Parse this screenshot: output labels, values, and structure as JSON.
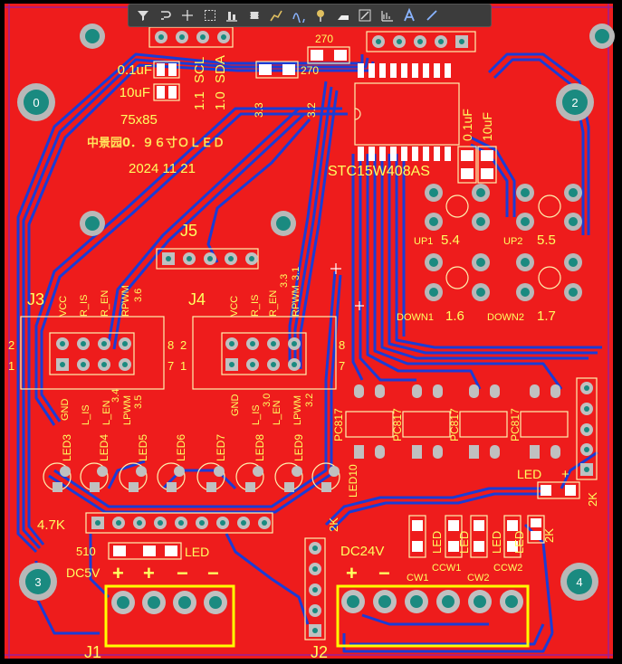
{
  "toolbar": {
    "tools": [
      {
        "id": "filter",
        "icon": "filter-icon"
      },
      {
        "id": "route",
        "icon": "route-icon"
      },
      {
        "id": "place",
        "icon": "crosshair-icon"
      },
      {
        "id": "select-rect",
        "icon": "select-rect-icon"
      },
      {
        "id": "align",
        "icon": "align-icon"
      },
      {
        "id": "component",
        "icon": "component-icon"
      },
      {
        "id": "interactive-route",
        "icon": "interactive-route-icon"
      },
      {
        "id": "diff-pair",
        "icon": "diff-pair-icon"
      },
      {
        "id": "via",
        "icon": "via-icon"
      },
      {
        "id": "polygon",
        "icon": "polygon-icon"
      },
      {
        "id": "dimension",
        "icon": "dimension-icon"
      },
      {
        "id": "graph",
        "icon": "graph-icon"
      },
      {
        "id": "text",
        "icon": "text-icon"
      },
      {
        "id": "line",
        "icon": "line-icon"
      }
    ]
  },
  "board": {
    "mounting_holes": [
      "0",
      "2",
      "3",
      "4"
    ],
    "labels": {
      "cap1": "0.1uF",
      "cap2": "10uF",
      "size": "75x85",
      "brand": "中景园0．９６寸ＯＬＥＤ",
      "date": "2024 11 21",
      "scl": "SCL",
      "sda": "SDA",
      "scl_pin": "1.1",
      "sda_pin": "1.0",
      "r270a": "270",
      "r270b": "270",
      "p33": "3.3",
      "p32": "3.2",
      "mcu": "STC15W408AS",
      "cap3": "0.1uF",
      "cap4": "10uF",
      "j5": "J5",
      "j3": "J3",
      "j4": "J4",
      "j1": "J1",
      "j2": "J2",
      "up1": "UP1",
      "up1_v": "5.4",
      "up2": "UP2",
      "up2_v": "5.5",
      "down1": "DOWN1",
      "down1_v": "1.6",
      "down2": "DOWN2",
      "down2_v": "1.7",
      "j3_vcc": "VCC",
      "j3_ris": "R_IS",
      "j3_ren": "R_EN",
      "j3_rpwm": "RPWM",
      "j3_36": "3.6",
      "j4_vcc": "VCC",
      "j4_ris": "R_IS",
      "j4_ren": "R_EN",
      "j4_33": "3.3",
      "j4_rpwm": "RPWM",
      "j4_31": "3.1",
      "j3_gnd": "GND",
      "j3_lis": "L_IS",
      "j3_len": "L_EN",
      "j3_34": "3.4",
      "j3_lpwm": "LPWM",
      "j3_35": "3.5",
      "j4_gnd": "GND",
      "j4_lis": "L_IS",
      "j4_30": "3.0",
      "j4_len": "L_EN",
      "j4_lpwm": "LPWM",
      "j4_32": "3.2",
      "pin1": "1",
      "pin2": "2",
      "pin7": "7",
      "pin8": "8",
      "pc817": "PC817",
      "led": "LED",
      "r2k": "2K",
      "r4k7": "4.7K",
      "r510": "510",
      "dc5v": "DC5V",
      "dc24v": "DC24V",
      "cw1": "CW1",
      "ccw1": "CCW1",
      "cw2": "CW2",
      "ccw2": "CCW2",
      "plus": "+",
      "minus": "−",
      "led_names": [
        "LED3",
        "LED4",
        "LED5",
        "LED6",
        "LED7",
        "LED8",
        "LED9",
        "LED10"
      ]
    }
  }
}
